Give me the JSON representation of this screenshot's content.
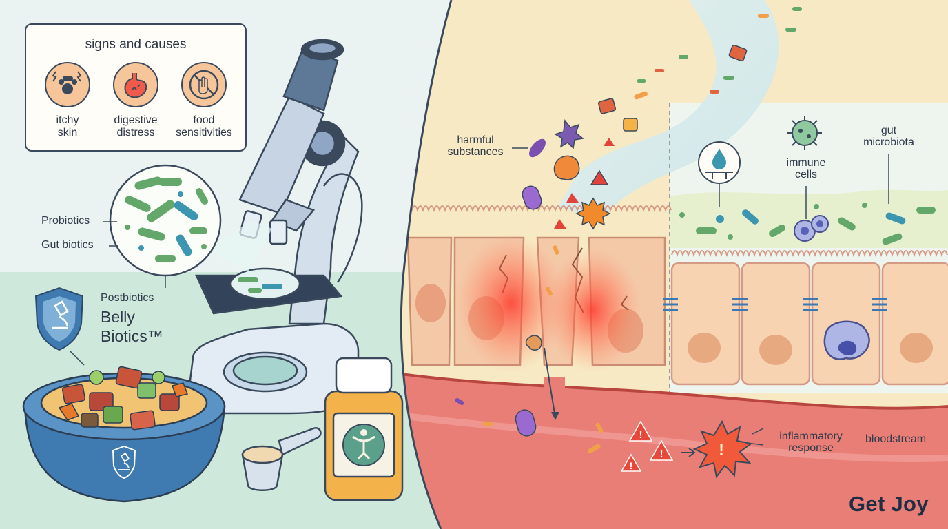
{
  "signs": {
    "title": "signs and causes",
    "items": [
      {
        "icon": "paw-itch-icon",
        "line1": "itchy",
        "line2": "skin"
      },
      {
        "icon": "stomach-distress-icon",
        "line1": "digestive",
        "line2": "distress"
      },
      {
        "icon": "no-food-hand-icon",
        "line1": "food",
        "line2": "sensitivities"
      }
    ]
  },
  "labels": {
    "probiotics": "Probiotics",
    "gut_biotics": "Gut biotics",
    "postbiotics": "Postbiotics",
    "product_line1": "Belly",
    "product_line2": "Biotics™",
    "harmful_line1": "harmful",
    "harmful_line2": "substances",
    "immune_line1": "immune",
    "immune_line2": "cells",
    "microbiota_line1": "gut",
    "microbiota_line2": "microbiota",
    "inflammatory_line1": "inflammatory",
    "inflammatory_line2": "response",
    "bloodstream": "bloodstream"
  },
  "brand": "Get Joy",
  "colors": {
    "outline": "#3a4a5c",
    "microscope_blue": "#8fa6c4",
    "bowl_blue": "#3f7ab0",
    "bottle_orange": "#f4b24a",
    "inflammation_red": "#e8483a",
    "bloodstream": "#e8807a",
    "lumen_cream": "#f7e9c3",
    "table_mint": "#cfe8dc"
  }
}
